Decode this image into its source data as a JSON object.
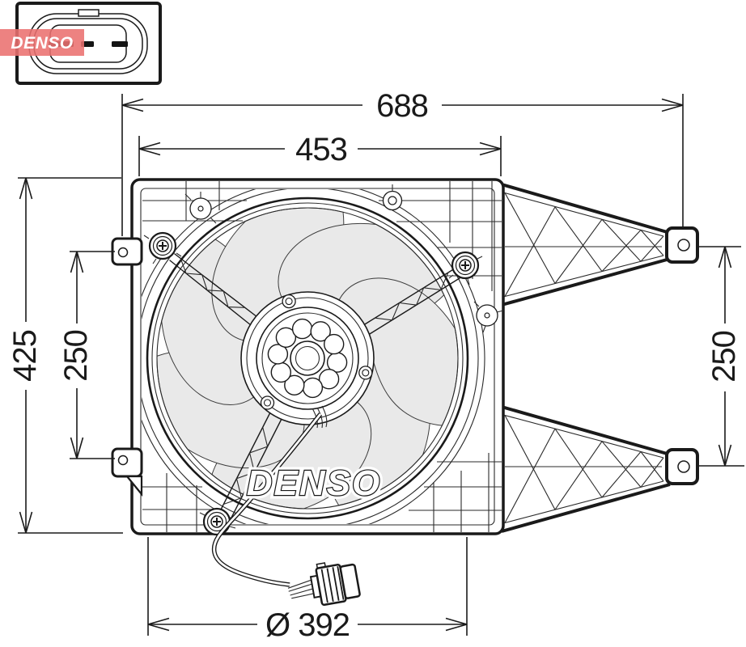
{
  "brand_small": "DENSO",
  "brand_large": "DENSO",
  "dims": {
    "total_width": "688",
    "shroud_width": "453",
    "shroud_height": "425",
    "left_mount_pitch": "250",
    "right_mount_pitch": "250",
    "fan_diameter": "Ø 392"
  },
  "colors": {
    "line": "#1a1a1a",
    "blade_fill": "#e9e9e9",
    "watermark": "#ea7170"
  }
}
